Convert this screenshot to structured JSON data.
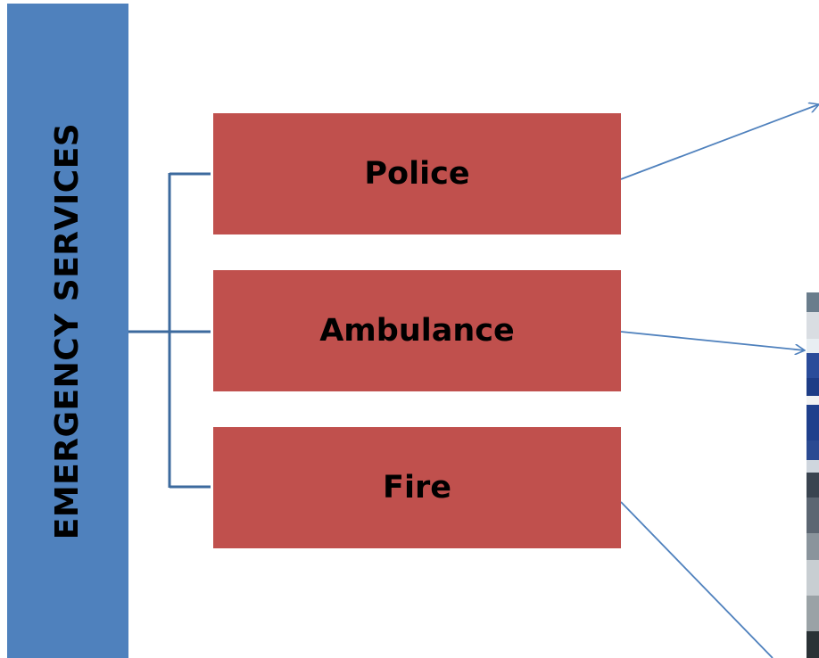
{
  "root": {
    "label": "EMERGENCY SERVICES"
  },
  "nodes": [
    {
      "key": "police",
      "label": "Police"
    },
    {
      "key": "ambulance",
      "label": "Ambulance"
    },
    {
      "key": "fire",
      "label": "Fire"
    }
  ],
  "colors": {
    "root_fill": "#4f81bd",
    "node_fill": "#c0504d",
    "connector": "#4f81bd",
    "bracket": "#3c6a9e"
  }
}
